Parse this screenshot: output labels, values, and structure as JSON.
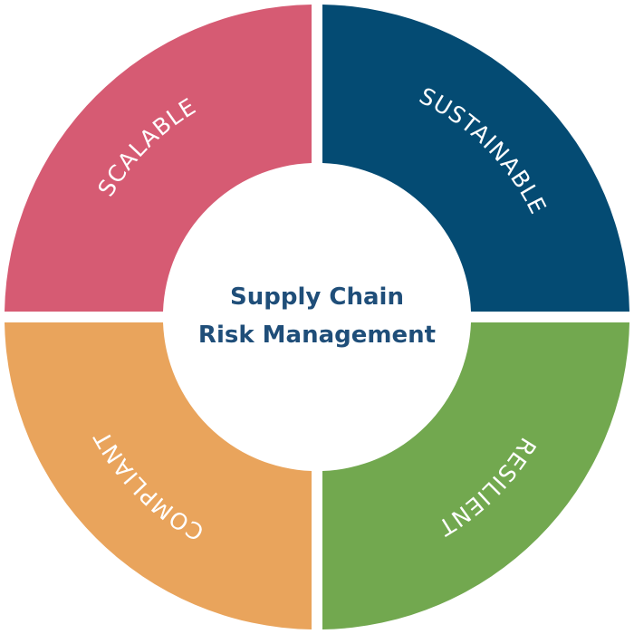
{
  "diagram": {
    "center": {
      "line1": "Supply Chain",
      "line2": "Risk Management"
    },
    "segments": [
      {
        "id": "scalable",
        "label": "SCALABLE",
        "color": "#d65b73"
      },
      {
        "id": "sustainable",
        "label": "SUSTAINABLE",
        "color": "#044b73"
      },
      {
        "id": "resilient",
        "label": "RESILIENT",
        "color": "#72a84f"
      },
      {
        "id": "compliant",
        "label": "COMPLIANT",
        "color": "#e9a45c"
      }
    ],
    "colors": {
      "center_text": "#1f4e79",
      "center_fill": "#ffffff",
      "label_text": "#ffffff"
    }
  }
}
